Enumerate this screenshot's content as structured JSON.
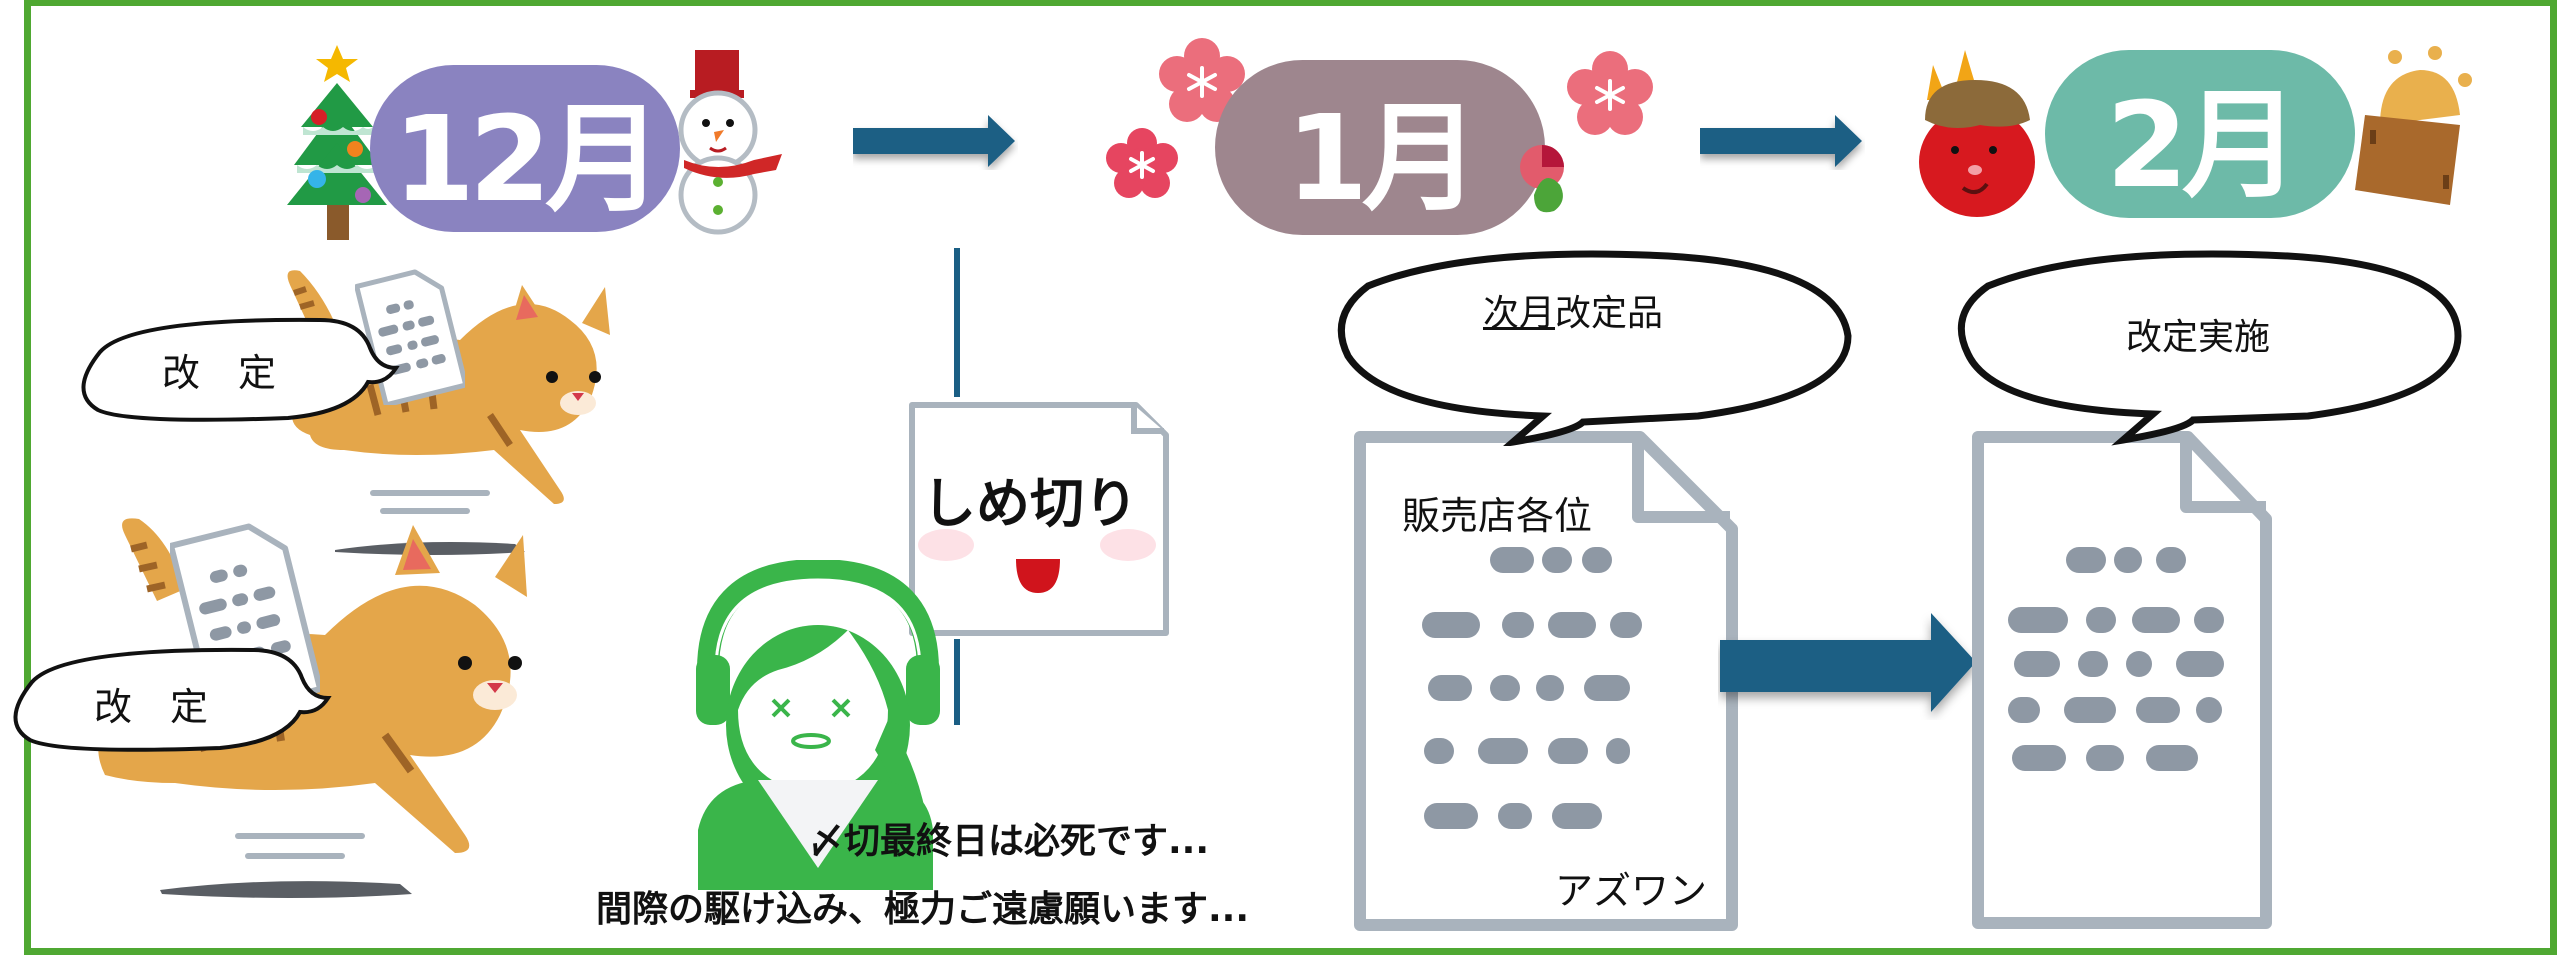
{
  "months": [
    {
      "label": "12月",
      "color": "#8A83C0",
      "decor_left": "christmas-tree",
      "decor_right": "snowman"
    },
    {
      "label": "1月",
      "color": "#9E868E",
      "decor_left": "plum-blossoms",
      "decor_right": "plum-blossom-bud"
    },
    {
      "label": "2月",
      "color": "#6DBAA8",
      "decor_left": "red-oni",
      "decor_right": "bean-box"
    }
  ],
  "colors": {
    "frame": "#4FA832",
    "arrow": "#1A5E84",
    "doc_outline": "#A9B3BD",
    "doc_dots": "#8E98A4",
    "operator": "#3AB54A",
    "cat": "#E4A64A"
  },
  "left": {
    "bubble_1": "改　定",
    "bubble_2": "改　定"
  },
  "deadline": {
    "card_text": "しめ切り"
  },
  "operator": {
    "line_1": "〆切最終日は必死です...",
    "line_2": "間際の駆け込み、極力ご遠慮願います..."
  },
  "right": {
    "bubble_next_month_underlined": "次月",
    "bubble_next_month_rest": "改定品",
    "doc_recipient": "販売店各位",
    "doc_sender": "アズワン",
    "bubble_implementation": "改定実施"
  }
}
